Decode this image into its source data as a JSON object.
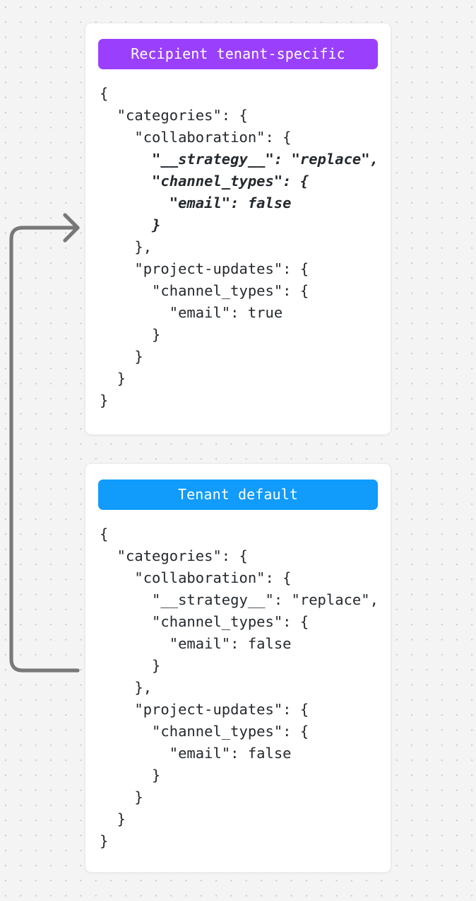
{
  "canvas": {
    "background_color": "#f4f4f4",
    "dot_color": "#c9c9c9"
  },
  "connector": {
    "name": "merge-arrow",
    "color": "#787878",
    "direction": "right",
    "description": "arrow from tenant-default card up into recipient tenant-specific card"
  },
  "cards": [
    {
      "id": "recipient-tenant-specific",
      "header_label": "Recipient tenant-specific",
      "header_color": "#9a40fc",
      "header_text_color": "#ffffff",
      "code_lines": [
        {
          "text": "{",
          "highlight": false
        },
        {
          "text": "  \"categories\": {",
          "highlight": false
        },
        {
          "text": "    \"collaboration\": {",
          "highlight": false
        },
        {
          "text": "      \"__strategy__\": \"replace\",",
          "highlight": true
        },
        {
          "text": "      \"channel_types\": {",
          "highlight": true
        },
        {
          "text": "        \"email\": false",
          "highlight": true
        },
        {
          "text": "      }",
          "highlight": true
        },
        {
          "text": "    },",
          "highlight": false
        },
        {
          "text": "    \"project-updates\": {",
          "highlight": false
        },
        {
          "text": "      \"channel_types\": {",
          "highlight": false
        },
        {
          "text": "        \"email\": true",
          "highlight": false
        },
        {
          "text": "      }",
          "highlight": false
        },
        {
          "text": "    }",
          "highlight": false
        },
        {
          "text": "  }",
          "highlight": false
        },
        {
          "text": "}",
          "highlight": false
        }
      ]
    },
    {
      "id": "tenant-default",
      "header_label": "Tenant default",
      "header_color": "#119bfb",
      "header_text_color": "#ffffff",
      "code_lines": [
        {
          "text": "{",
          "highlight": false
        },
        {
          "text": "  \"categories\": {",
          "highlight": false
        },
        {
          "text": "    \"collaboration\": {",
          "highlight": false
        },
        {
          "text": "      \"__strategy__\": \"replace\",",
          "highlight": false
        },
        {
          "text": "      \"channel_types\": {",
          "highlight": false
        },
        {
          "text": "        \"email\": false",
          "highlight": false
        },
        {
          "text": "      }",
          "highlight": false
        },
        {
          "text": "    },",
          "highlight": false
        },
        {
          "text": "    \"project-updates\": {",
          "highlight": false
        },
        {
          "text": "      \"channel_types\": {",
          "highlight": false
        },
        {
          "text": "        \"email\": false",
          "highlight": false
        },
        {
          "text": "      }",
          "highlight": false
        },
        {
          "text": "    }",
          "highlight": false
        },
        {
          "text": "  }",
          "highlight": false
        },
        {
          "text": "}",
          "highlight": false
        }
      ]
    }
  ]
}
